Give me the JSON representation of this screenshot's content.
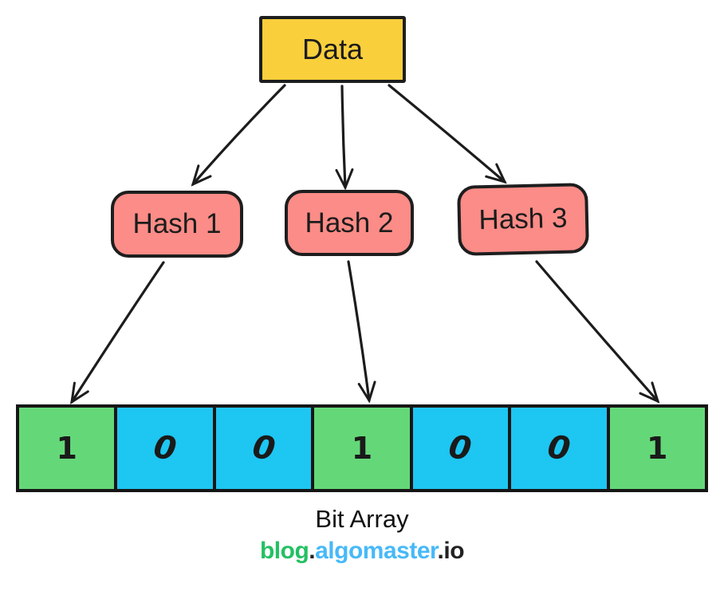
{
  "nodes": {
    "data": {
      "label": "Data",
      "fill": "#FACF3C"
    },
    "hash_fill": "#FB8C87",
    "hashes": [
      {
        "label": "Hash 1"
      },
      {
        "label": "Hash 2"
      },
      {
        "label": "Hash 3"
      }
    ]
  },
  "bit_array": {
    "label": "Bit Array",
    "set_color": "#64D878",
    "unset_color": "#1EC6F2",
    "cells": [
      {
        "value": "1",
        "color": "#64D878"
      },
      {
        "value": "0",
        "color": "#1EC6F2"
      },
      {
        "value": "0",
        "color": "#1EC6F2"
      },
      {
        "value": "1",
        "color": "#64D878"
      },
      {
        "value": "0",
        "color": "#1EC6F2"
      },
      {
        "value": "0",
        "color": "#1EC6F2"
      },
      {
        "value": "1",
        "color": "#64D878"
      }
    ]
  },
  "watermark": {
    "segments": [
      {
        "text": "blog",
        "color": "#24C063"
      },
      {
        "text": ".",
        "color": "#222222"
      },
      {
        "text": "algomaster",
        "color": "#47B9F8"
      },
      {
        "text": ".",
        "color": "#222222"
      },
      {
        "text": "io",
        "color": "#222222"
      }
    ]
  },
  "stroke_color": "#1C1C1C"
}
